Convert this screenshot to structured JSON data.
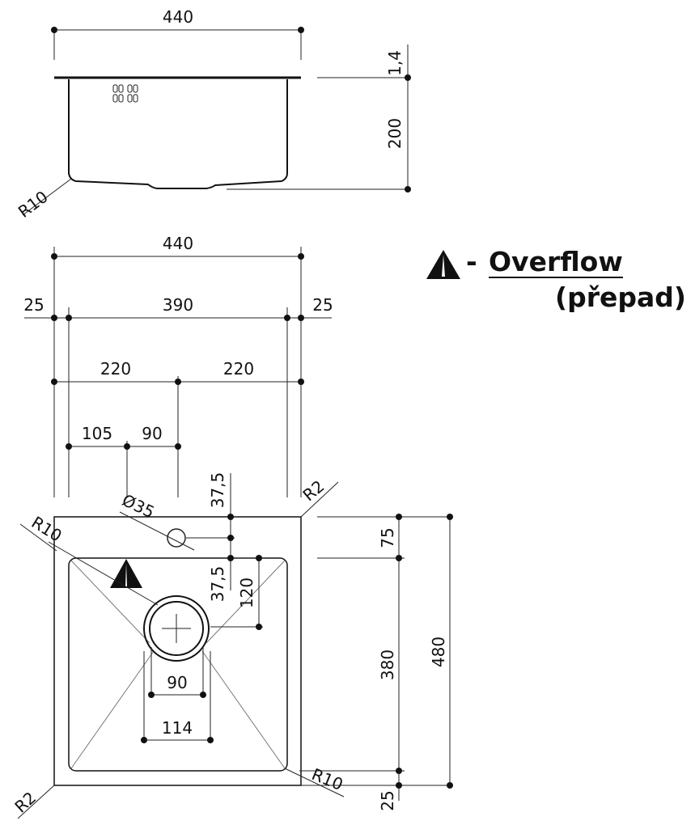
{
  "side_view": {
    "width_label": "440",
    "rim_label": "1,4",
    "depth_label": "200",
    "radius_label": "R10"
  },
  "top_view": {
    "width_label": "440",
    "left_margin": "25",
    "inner_width": "390",
    "right_margin": "25",
    "half_left": "220",
    "half_right": "220",
    "offset_a": "105",
    "offset_b": "90",
    "tap_hole": "Ø35",
    "tap_pos_top": "37,5",
    "tap_pos_bottom": "37,5",
    "drain_offset": "120",
    "top_margin": "75",
    "inner_depth": "380",
    "total_depth": "480",
    "bottom_margin": "25",
    "drain_inner": "90",
    "drain_outer": "114",
    "radius_top_right": "R2",
    "radius_top_left": "R10",
    "radius_bottom_right": "R10",
    "radius_bottom_left": "R2"
  },
  "legend": {
    "dash": "-",
    "title": "Overflow",
    "subtitle": "(přepad)",
    "icon": "warning-triangle-icon"
  }
}
